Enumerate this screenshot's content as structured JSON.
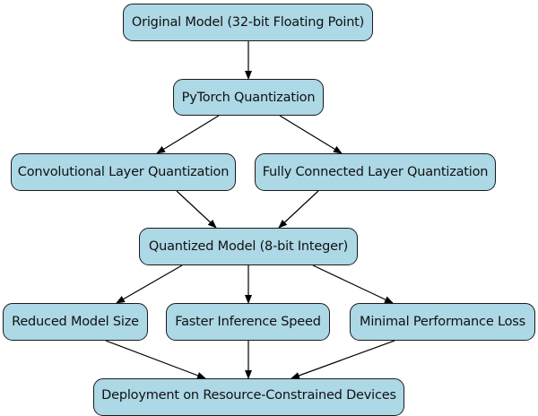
{
  "diagram": {
    "nodes": {
      "original": "Original Model (32-bit Floating Point)",
      "pytorch": "PyTorch Quantization",
      "conv": "Convolutional Layer Quantization",
      "fc": "Fully Connected Layer Quantization",
      "quantized": "Quantized Model (8-bit Integer)",
      "size": "Reduced Model Size",
      "speed": "Faster Inference Speed",
      "loss": "Minimal Performance Loss",
      "deploy": "Deployment on Resource-Constrained Devices"
    },
    "edges": [
      {
        "from": "original",
        "to": "pytorch"
      },
      {
        "from": "pytorch",
        "to": "conv"
      },
      {
        "from": "pytorch",
        "to": "fc"
      },
      {
        "from": "conv",
        "to": "quantized"
      },
      {
        "from": "fc",
        "to": "quantized"
      },
      {
        "from": "quantized",
        "to": "size"
      },
      {
        "from": "quantized",
        "to": "speed"
      },
      {
        "from": "quantized",
        "to": "loss"
      },
      {
        "from": "size",
        "to": "deploy"
      },
      {
        "from": "speed",
        "to": "deploy"
      },
      {
        "from": "loss",
        "to": "deploy"
      }
    ],
    "colors": {
      "node_fill": "#add8e6",
      "node_border": "#1a1a1a",
      "edge": "#000000"
    }
  }
}
